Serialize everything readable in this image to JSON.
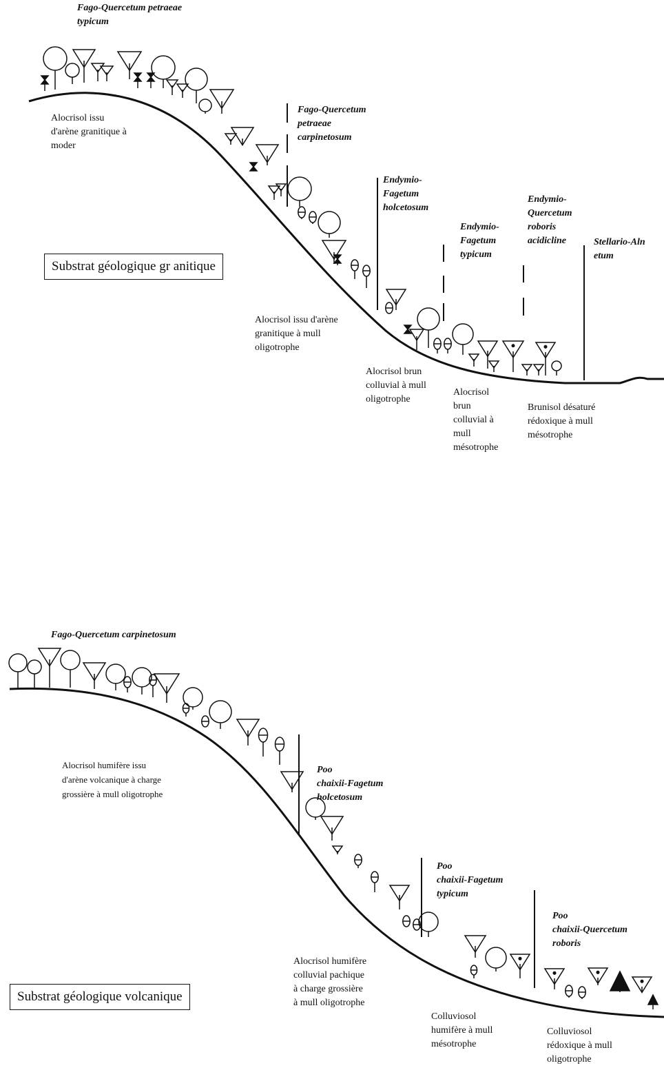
{
  "top": {
    "associations": [
      "Fago-Quercetum petraeae\ntypicum",
      "Fago-Quercetum\npetraeae\ncarpinetosum",
      "Endymio-\nFagetum\nholcetosum",
      "Endymio-\nFagetum\ntypicum",
      "Endymio-\nQuercetum\nroboris\nacidicline",
      "Stellario-Aln\netum"
    ],
    "soils": [
      "Alocrisol issu\nd'arène granitique à\nmoder",
      "Alocrisol issu d'arène\ngranitique à mull\noligotrophe",
      "Alocrisol brun\ncolluvial à mull\noligotrophe",
      "Alocrisol\nbrun\ncolluvial à\nmull\nmésotrophe",
      "Brunisol désaturé\nrédoxique à mull\nmésotrophe"
    ],
    "substrate": "Substrat géologique gr anitique"
  },
  "bottom": {
    "associations": [
      "Fago-Quercetum carpinetosum",
      "Poo\nchaixii-Fagetum\nholcetosum",
      "Poo\nchaixii-Fagetum\ntypicum",
      "Poo\nchaixii-Quercetum\nroboris"
    ],
    "soils": [
      "Alocrisol humifère issu\nd'arène volcanique à charge\ngrossière à mull oligotrophe",
      "Alocrisol humifère\ncolluvial pachique\nà charge grossière\nà mull oligotrophe",
      "Colluviosol\nhumifère à mull\nmésotrophe",
      "Colluviosol\nrédoxique à mull\noligotrophe"
    ],
    "substrate": "Substrat géologique volcanique"
  }
}
